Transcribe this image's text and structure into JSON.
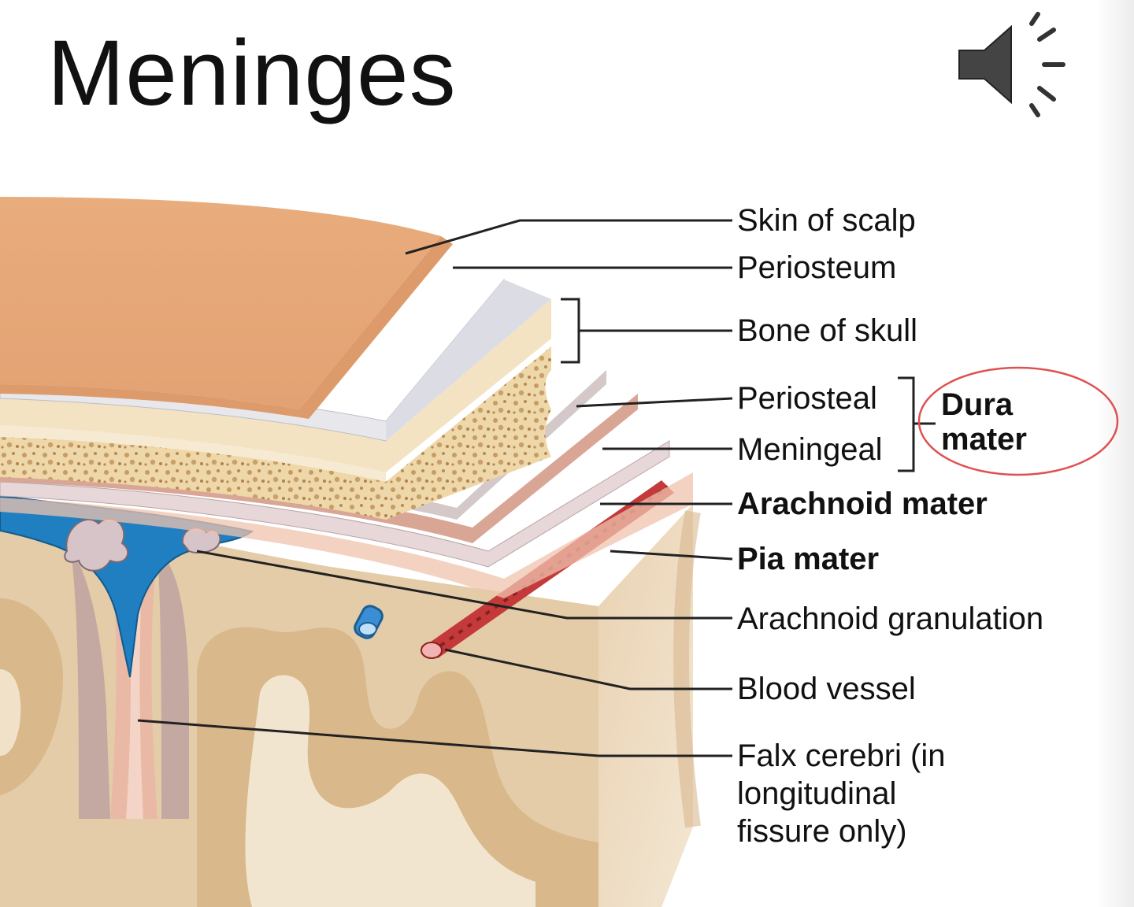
{
  "slide": {
    "title": "Meninges",
    "audio_icon": "speaker-volume-icon"
  },
  "diagram": {
    "labels": {
      "skin_of_scalp": "Skin of scalp",
      "periosteum": "Periosteum",
      "bone_of_skull": "Bone of skull",
      "periosteal": "Periosteal",
      "meningeal": "Meningeal",
      "dura_mater": "Dura mater",
      "arachnoid_mater": "Arachnoid mater",
      "pia_mater": "Pia mater",
      "arachnoid_granulation": "Arachnoid granulation",
      "blood_vessel": "Blood vessel",
      "falx_cerebri": "Falx cerebri (in longitudinal fissure only)"
    },
    "colors": {
      "scalp": "#e8aa7a",
      "bone": "#f2dcb0",
      "sinus": "#1f7fc1",
      "artery": "#c43a3a",
      "highlight_circle": "#e05050"
    }
  }
}
